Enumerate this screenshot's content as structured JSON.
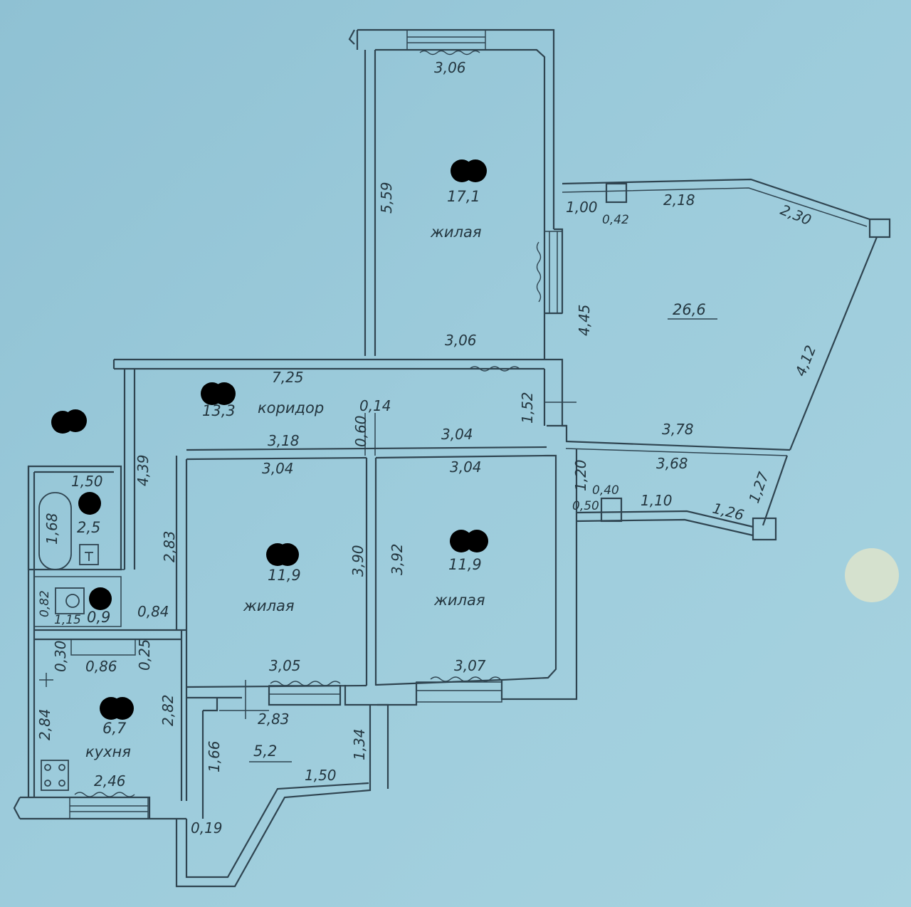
{
  "rooms": {
    "living_north": {
      "area": "17,1",
      "type": "жилая"
    },
    "balcony_east": {
      "area": "26,6"
    },
    "corridor": {
      "area": "13,3",
      "type": "коридор"
    },
    "bathroom": {
      "area": "2,5"
    },
    "toilet": {
      "area": "0,9"
    },
    "living_mid": {
      "area": "11,9",
      "type": "жилая"
    },
    "living_east": {
      "area": "11,9",
      "type": "жилая"
    },
    "kitchen": {
      "area": "6,7",
      "type": "кухня"
    },
    "loggia_south": {
      "area": "5,2"
    }
  },
  "dimensions": {
    "north_room_top": "3,06",
    "north_room_left": "5,59",
    "north_room_bottom": "3,06",
    "balcony_wall": "1,00",
    "balcony_pier": "0,42",
    "balcony_top": "2,18",
    "balcony_diag": "2,30",
    "balcony_height": "4,45",
    "balcony_right": "4,12",
    "corridor_length": "7,25",
    "corridor_gap": "0,14",
    "corridor_depth": "0,60",
    "corridor_east": "1,52",
    "corridor_left": "4,39",
    "mid_top_outer": "3,18",
    "mid_top_inner": "3,04",
    "east_top_outer": "3,04",
    "east_top_inner": "3,04",
    "balcony_bottom_outer": "3,78",
    "balcony_bottom_inner": "3,68",
    "small_balcony_side": "1,20",
    "small_balcony_pier": "0,40",
    "small_balcony_end": "0,50",
    "small_balcony_wall": "1,10",
    "small_balcony_diag": "1,26",
    "small_balcony_right": "1,27",
    "bath_width": "1,50",
    "bath_length": "1,68",
    "mid_room_left": "2,83",
    "mid_room_right": "3,90",
    "east_room_left": "3,92",
    "toilet_depth": "0,82",
    "toilet_width": "1,15",
    "hall_gap": "0,84",
    "kitchen_niche_h": "0,30",
    "kitchen_niche_w": "0,86",
    "kitchen_niche_d": "0,25",
    "mid_room_bottom": "3,05",
    "east_room_bottom": "3,07",
    "kitchen_left": "2,84",
    "kitchen_right": "2,82",
    "kitchen_bottom": "2,46",
    "loggia_top": "2,83",
    "loggia_left": "1,66",
    "loggia_right": "1,34",
    "loggia_bottom": "1,50",
    "loggia_corner": "0,19"
  },
  "fixture_icons": [
    "bathtub-icon",
    "sink-icon",
    "toilet-icon",
    "stove-icon"
  ],
  "colors": {
    "paper": "#9ccbdb",
    "ink": "#2f4450",
    "redaction": "#000000"
  }
}
